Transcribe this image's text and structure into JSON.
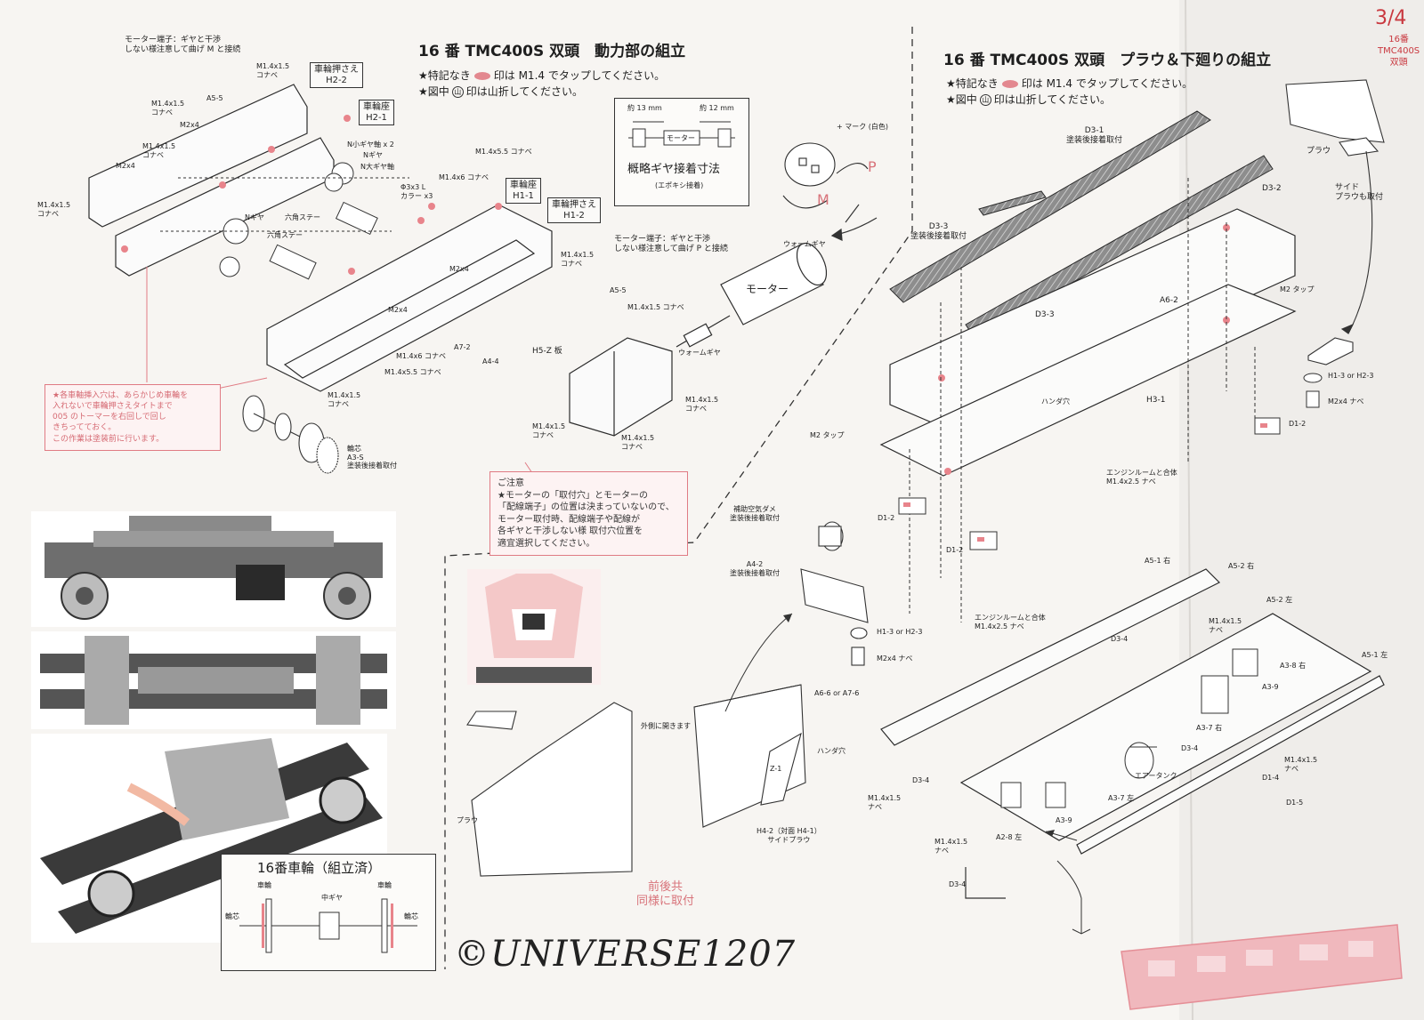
{
  "page": {
    "number": "3/4",
    "model": "16番\nTMC400S\n双頭",
    "watermark": "©UNIVERSE1207"
  },
  "left": {
    "title": "16 番 TMC400S 双頭　動力部の組立",
    "note1_pre": "★特記なき",
    "note1_post": "印は M1.4 でタップしてください。",
    "note2_pre": "★図中",
    "note2_post": "印は山折してください。",
    "motor_note_top": "モーター端子：ギヤと干渉\nしない様注意して曲げ M と接続",
    "motor_note_mid": "モーター端子：ギヤと干渉\nしない様注意して曲げ P と接続",
    "gear_label": "概略ギヤ接着寸法",
    "gear_sub": "(エポキシ接着)",
    "gear_dim_left": "約 13 mm",
    "gear_dim_right": "約 12 mm",
    "gear_motor": "モーター",
    "boxes": [
      "車輪押さえ\nH2-2",
      "車輪座\nH2-1",
      "車輪座\nH1-1",
      "車輪押さえ\nH1-2"
    ],
    "labels": {
      "a5_5_top": "A5-5",
      "a5_5_mid": "A5-5",
      "m14x15_a": "M1.4x1.5\nコナベ",
      "m14x15_b": "M1.4x1.5\nコナベ",
      "m14x15_c": "M1.4x1.5\nコナベ",
      "m14x15_d": "M1.4x1.5\nコナベ",
      "m14x15_e": "M1.4x1.5 コナベ",
      "m14x15_f": "M1.4x1.5\nコナベ",
      "m14x15_g": "M1.4x1.5\nコナベ",
      "m14x15_h": "M1.4x1.5\nコナベ",
      "m14x15_i": "M1.4x1.5\nコナベ",
      "m14x15_j": "M1.4x1.5\nコナベ",
      "m2x4_a": "M2x4",
      "m2x4_b": "M2x4",
      "m2x4_c": "M2x4",
      "m2x4_d": "M2x4",
      "m14x55_a": "M1.4x5.5 コナベ",
      "m14x55_b": "M1.4x5.5 コナベ",
      "m14x6_a": "M1.4x6 コナベ",
      "m14x6_b": "M1.4x6 コナベ",
      "n_small_gear": "N小ギヤ軸 x 2",
      "n_gear": "Nギヤ",
      "n_big_gear": "N大ギヤ軸",
      "n_gear2": "Nギヤ",
      "collar": "Φ3x3 L\nカラー x3",
      "hex_stay_a": "六角ステー",
      "hex_stay_b": "六角ステー",
      "a7_2": "A7-2",
      "a4_4": "A4-4",
      "h5z": "H5-Z 板",
      "worm_a": "ウォームギヤ",
      "worm_b": "ウォームギヤ",
      "motor": "モーター",
      "plus_mark": "+ マーク (白色)",
      "p": "P",
      "m": "M",
      "wheel": "輪芯\nA3-S\n塗装後接着取付"
    },
    "warning1": "★各車軸挿入穴は、あらかじめ車輪を\n入れないで車輪押さえタイトまで\n005 のトーマーを右回しで回し\nきちってておく。\nこの作業は塗装前に行います。",
    "caution": "ご注意\n★モーターの「取付穴」とモーターの\n「配線端子」の位置は決まっていないので、\nモーター取付時、配線端子や配線が\n各ギヤと干渉しない様 取付穴位置を\n適宜選択してください。",
    "wheel_title": "16番車輪（組立済）",
    "wheel_l1": "車輪",
    "wheel_l2": "車輪",
    "wheel_l3": "中ギヤ",
    "wheel_l4": "輪芯",
    "wheel_l5": "輪芯"
  },
  "right": {
    "title": "16 番 TMC400S 双頭　プラウ＆下廻りの組立",
    "note1_pre": "★特記なき",
    "note1_post": "印は M1.4 でタップしてください。",
    "note2_pre": "★図中",
    "note2_post": "印は山折してください。",
    "labels": {
      "d3_1": "D3-1\n塗装後接着取付",
      "d3_2": "D3-2",
      "d3_3a": "D3-3\n塗装後接着取付",
      "d3_3b": "D3-3",
      "plow": "プラウ",
      "side_plow": "サイド\nプラウも取付",
      "a6_2": "A6-2",
      "m2_tap_a": "M2 タップ",
      "m2_tap_b": "M2 タップ",
      "h1_3_a": "H1-3 or H2-3",
      "m2x4_nabe_a": "M2x4 ナベ",
      "solder_hole_a": "ハンダ穴",
      "h3_1": "H3-1",
      "d1_2a": "D1-2",
      "d1_2b": "D1-2",
      "d1_2c": "D1-2",
      "engine_a": "エンジンルームと合体\nM1.4x2.5 ナベ",
      "engine_b": "エンジンルームと合体\nM1.4x2.5 ナベ",
      "air_dome": "補助空気ダメ\n塗装後接着取付",
      "a4_2": "A4-2\n塗装後接着取付",
      "h1_3_b": "H1-3 or H2-3",
      "m2x4_nabe_b": "M2x4 ナベ",
      "a6_6": "A6-6 or A7-6",
      "outside_fold": "外側に開きます",
      "solder_hole_b": "ハンダ穴",
      "z_1": "Z-1",
      "plow_b": "プラウ",
      "h4_2": "H4-2（対面 H4-1）\nサイドプラウ",
      "front_rear": "前後共\n同様に取付",
      "a5_1r": "A5-1 右",
      "a5_2r": "A5-2 右",
      "a5_2l": "A5-2 左",
      "a5_1l": "A5-1 左",
      "m14x15_nabe_a": "M1.4x1.5\nナベ",
      "a3_8r": "A3-8 右",
      "a3_9a": "A3-9",
      "d3_4a": "D3-4",
      "d3_4b": "D3-4",
      "d3_4c": "D3-4",
      "d3_4d": "D3-4",
      "a3_7r": "A3-7 右",
      "m14x15_nabe_b": "M1.4x1.5\nナベ",
      "air_tank": "エアータンク",
      "d1_4": "D1-4",
      "d1_5": "D1-5",
      "m14x15_nabe_c": "M1.4x1.5\nナベ",
      "a3_7l": "A3-7 左",
      "a3_9b": "A3-9",
      "m14x15_nabe_d": "M1.4x1.5\nナベ",
      "a2_8l": "A2-8 左"
    }
  }
}
